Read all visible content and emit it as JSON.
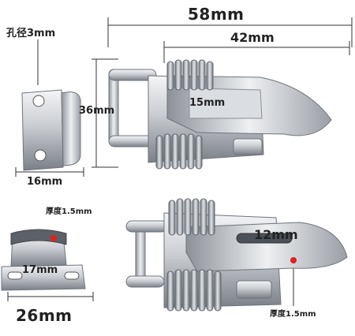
{
  "labels": {
    "total_length": "58mm",
    "body_length": "42mm",
    "hole_diameter": "孔径3mm",
    "height": "36mm",
    "width": "15mm",
    "catch_width": "16mm",
    "thickness_top": "厚度1.5mm",
    "catch_hole_spacing": "17mm",
    "catch_length": "26mm",
    "slot_length": "12mm",
    "thickness_bottom": "厚度1.5mm"
  },
  "colors": {
    "steel_light": "#e9ebee",
    "steel_mid": "#b8bcc2",
    "steel_dark": "#6f747b",
    "spring": "#a8adb3",
    "dimension_line": "#333333",
    "marker": "#e02020"
  }
}
